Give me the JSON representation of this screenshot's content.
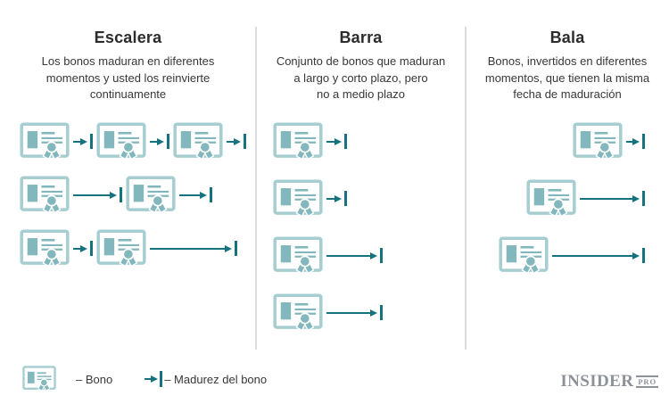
{
  "colors": {
    "bond_border": "#a6cdd0",
    "bond_fill": "#82b8bd",
    "arrow": "#15737f",
    "divider": "#dadcdd",
    "title_text": "#2c2c2c",
    "body_text": "#373737",
    "logo": "#8c9298"
  },
  "columns": [
    {
      "id": "escalera",
      "title": "Escalera",
      "description": "Los bonos maduran en diferentes\nmomentos y usted los reinvierte\ncontinuamente",
      "rows": [
        {
          "segments": [
            {
              "k": "bond"
            },
            {
              "k": "maturity",
              "len": 9
            },
            {
              "k": "bond"
            },
            {
              "k": "maturity",
              "len": 9
            },
            {
              "k": "bond"
            },
            {
              "k": "maturity",
              "len": 9
            }
          ]
        },
        {
          "segments": [
            {
              "k": "bond"
            },
            {
              "k": "maturity",
              "len": 42
            },
            {
              "k": "bond"
            },
            {
              "k": "maturity",
              "len": 24
            }
          ]
        },
        {
          "segments": [
            {
              "k": "bond"
            },
            {
              "k": "maturity",
              "len": 9
            },
            {
              "k": "bond"
            },
            {
              "k": "maturity",
              "len": 85
            }
          ]
        }
      ]
    },
    {
      "id": "barra",
      "title": "Barra",
      "description": "Conjunto de bonos que maduran\na largo y corto plazo, pero\nno a medio plazo",
      "rows": [
        {
          "segments": [
            {
              "k": "bond"
            },
            {
              "k": "maturity",
              "len": 10
            }
          ]
        },
        {
          "segments": [
            {
              "k": "bond"
            },
            {
              "k": "maturity",
              "len": 10
            }
          ]
        },
        {
          "segments": [
            {
              "k": "bond"
            },
            {
              "k": "maturity",
              "len": 50
            }
          ]
        },
        {
          "segments": [
            {
              "k": "bond"
            },
            {
              "k": "maturity",
              "len": 50
            }
          ]
        }
      ]
    },
    {
      "id": "bala",
      "title": "Bala",
      "description": "Bonos, invertidos en diferentes\nmomentos, que tienen la misma\nfecha de maduración",
      "align": "right",
      "rows": [
        {
          "segments": [
            {
              "k": "bond"
            },
            {
              "k": "maturity",
              "len": 8
            }
          ]
        },
        {
          "segments": [
            {
              "k": "bond"
            },
            {
              "k": "maturity",
              "len": 60
            }
          ]
        },
        {
          "segments": [
            {
              "k": "bond"
            },
            {
              "k": "maturity",
              "len": 91
            }
          ]
        }
      ]
    }
  ],
  "legend": {
    "bond_label": "– Bono",
    "maturity_label": "– Madurez del bono"
  },
  "logo": {
    "name": "INSIDER",
    "suffix": "PRO"
  },
  "icons": {
    "bond": "bond-certificate-icon",
    "maturity": "bond-maturity-arrow-icon"
  }
}
